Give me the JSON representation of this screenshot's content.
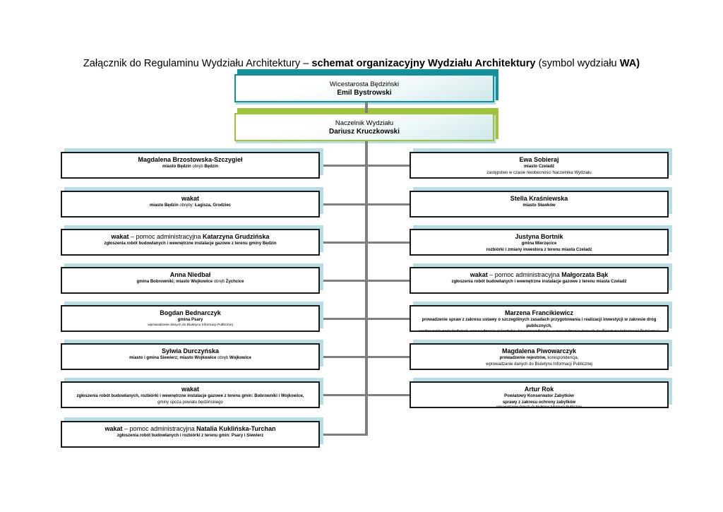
{
  "page": {
    "title_segments": [
      {
        "t": "Załącznik do Regulaminu Wydziału Architektury – ",
        "b": false
      },
      {
        "t": "schemat organizacyjny Wydziału Architektury",
        "b": true
      },
      {
        "t": " (symbol wydziału ",
        "b": false
      },
      {
        "t": "WA)",
        "b": true
      }
    ]
  },
  "colors": {
    "teal": "#12919A",
    "lime": "#9FC43B",
    "shadow_blue": "#B8DDE4",
    "connector_gray": "#7F7F7F",
    "box_border": "#1A1A1A"
  },
  "hierarchy": [
    {
      "role": "Wicestarosta Będziński",
      "name": "Emil Bystrowski",
      "accent": "teal"
    },
    {
      "role": "Naczelnik Wydziału",
      "name": "Dariusz Kruczkowski",
      "accent": "lime"
    }
  ],
  "columns": {
    "left": [
      {
        "name_segments": [
          {
            "t": "Magdalena Brzostowska-Szczygieł",
            "b": true
          }
        ],
        "lines": [
          {
            "size": "sm",
            "segments": [
              {
                "t": "miasto Będzin ",
                "b": true
              },
              {
                "t": "obręb ",
                "b": false
              },
              {
                "t": "Będzin",
                "b": true
              }
            ]
          }
        ]
      },
      {
        "name_segments": [
          {
            "t": "wakat",
            "b": true
          }
        ],
        "lines": [
          {
            "size": "sm",
            "segments": [
              {
                "t": "miasto Będzin ",
                "b": true
              },
              {
                "t": "obręby: ",
                "b": false
              },
              {
                "t": "Łagisza, Grodziec",
                "b": true
              }
            ]
          }
        ]
      },
      {
        "name_segments": [
          {
            "t": "wakat",
            "b": true
          },
          {
            "t": " – pomoc administracyjna ",
            "b": false
          },
          {
            "t": "Katarzyna Grudzińska",
            "b": true
          }
        ],
        "lines": [
          {
            "size": "sm",
            "segments": [
              {
                "t": "zgłoszenia robót budowlanych i wewnętrzne instalacje gazowe z terenu gminy Będzin",
                "b": true
              }
            ]
          }
        ]
      },
      {
        "name_segments": [
          {
            "t": "Anna Niedbał",
            "b": true
          }
        ],
        "lines": [
          {
            "size": "sm",
            "segments": [
              {
                "t": "gmina Bobrowniki; miasto Wojkowice ",
                "b": true
              },
              {
                "t": "obręb ",
                "b": false
              },
              {
                "t": "Żychcice",
                "b": true
              }
            ]
          }
        ]
      },
      {
        "name_segments": [
          {
            "t": "Bogdan Bednarczyk",
            "b": true
          }
        ],
        "lines": [
          {
            "size": "sm",
            "segments": [
              {
                "t": "gmina Psary",
                "b": true
              }
            ]
          },
          {
            "size": "xs",
            "segments": [
              {
                "t": "wprowadzanie danych do Biuletynu Informacji Publicznej",
                "b": false
              }
            ]
          }
        ]
      },
      {
        "name_segments": [
          {
            "t": "Sylwia Durczyńska",
            "b": true
          }
        ],
        "lines": [
          {
            "size": "sm",
            "segments": [
              {
                "t": "miasto i gmina Siewierz; miasto Wojkowice ",
                "b": true
              },
              {
                "t": "obręb ",
                "b": false
              },
              {
                "t": "Wojkowice",
                "b": true
              }
            ]
          }
        ]
      },
      {
        "name_segments": [
          {
            "t": "wakat",
            "b": true
          }
        ],
        "lines": [
          {
            "size": "sm",
            "segments": [
              {
                "t": "zgłoszenia robót budowlanych, rozbiórki i wewnętrzne instalacje gazowe z terenu gmin: Bobrowniki i Wojkowice,",
                "b": true
              }
            ]
          },
          {
            "size": "sm",
            "segments": [
              {
                "t": "gminy spoza powiatu będzińskiego",
                "b": false
              }
            ]
          }
        ]
      },
      {
        "name_segments": [
          {
            "t": "wakat",
            "b": true
          },
          {
            "t": " – pomoc administracyjna ",
            "b": false
          },
          {
            "t": "Natalia Kuklińska-Turchan",
            "b": true
          }
        ],
        "lines": [
          {
            "size": "sm",
            "segments": [
              {
                "t": "zgłoszenia robót budowlanych i rozbiórki z terenu gmin: Psary i Siewierz",
                "b": true
              }
            ]
          }
        ]
      }
    ],
    "right": [
      {
        "name_segments": [
          {
            "t": "Ewa Sobieraj",
            "b": true
          }
        ],
        "lines": [
          {
            "size": "sm",
            "segments": [
              {
                "t": "miasto Czeladź",
                "b": true
              }
            ]
          },
          {
            "size": "sm",
            "segments": [
              {
                "t": "zastępstwo w czasie nieobecności Naczelnika Wydziału",
                "b": false
              }
            ]
          }
        ]
      },
      {
        "name_segments": [
          {
            "t": "Stella Kraśniewska",
            "b": true
          }
        ],
        "lines": [
          {
            "size": "sm",
            "segments": [
              {
                "t": "miasto Sławków",
                "b": true
              }
            ]
          }
        ]
      },
      {
        "name_segments": [
          {
            "t": "Justyna Bortnik",
            "b": true
          }
        ],
        "lines": [
          {
            "size": "sm",
            "segments": [
              {
                "t": "gmina Mierzęcice",
                "b": true
              }
            ]
          },
          {
            "size": "sm",
            "segments": [
              {
                "t": "rozbiórki i zmiany inwestora z terenu miasta Czeladź",
                "b": true
              }
            ]
          }
        ]
      },
      {
        "name_segments": [
          {
            "t": "wakat",
            "b": true
          },
          {
            "t": " – pomoc administracyjna ",
            "b": false
          },
          {
            "t": "Małgorzata Bąk",
            "b": true
          }
        ],
        "lines": [
          {
            "size": "sm",
            "segments": [
              {
                "t": "zgłoszenia robót budowlanych i wewnętrzne instalacje gazowe z terenu miasta Czeladź",
                "b": true
              }
            ]
          }
        ]
      },
      {
        "name_segments": [
          {
            "t": "Marzena Francikiewicz",
            "b": true
          }
        ],
        "lines": [
          {
            "size": "sm",
            "segments": [
              {
                "t": "prowadzenie spraw z zakresu ustawy o szczególnych zasadach przygotowania i realizacji inwestycji w zakresie dróg publicznych,",
                "b": true
              }
            ]
          },
          {
            "size": "sm",
            "segments": [
              {
                "t": "wydawanie zaświadczeń, prowadzenie rejestrów, korespondencja, ",
                "b": true
              },
              {
                "t": "wprowadzanie danych do Biuletynu Informacji Publicznej",
                "b": false
              }
            ]
          }
        ]
      },
      {
        "name_segments": [
          {
            "t": "Magdalena Piwowarczyk",
            "b": true
          }
        ],
        "lines": [
          {
            "size": "sm",
            "segments": [
              {
                "t": "prowadzenie rejestrów, ",
                "b": true
              },
              {
                "t": "korespondencja,",
                "b": false
              }
            ]
          },
          {
            "size": "sm",
            "segments": [
              {
                "t": "wprowadzanie danych do Biuletynu Informacji Publicznej",
                "b": false
              }
            ]
          }
        ]
      },
      {
        "name_segments": [
          {
            "t": "Artur Rok",
            "b": true
          }
        ],
        "lines": [
          {
            "size": "sm",
            "segments": [
              {
                "t": "Powiatowy Konserwator Zabytków",
                "b": true
              }
            ]
          },
          {
            "size": "sm",
            "segments": [
              {
                "t": "sprawy z zakresu ochrony zabytków",
                "b": true
              }
            ]
          },
          {
            "size": "xs",
            "segments": [
              {
                "t": "wprowadzanie danych do Biuletynu Informacji Publicznej",
                "b": false
              }
            ]
          }
        ]
      }
    ]
  }
}
